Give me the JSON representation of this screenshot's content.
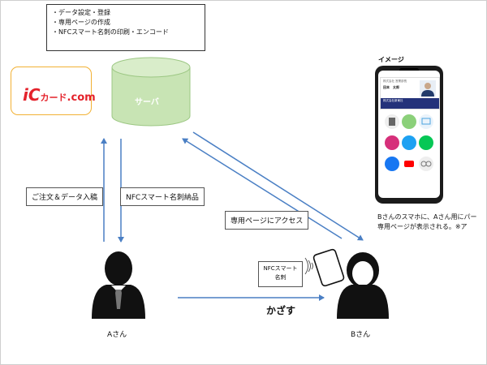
{
  "note": {
    "lines": [
      "・データ設定・登録",
      "・専用ページの作成",
      "・NFCスマート名刺の印刷・エンコード"
    ]
  },
  "logo": {
    "big": "iC",
    "small": "カード",
    "dom": ".com"
  },
  "server": {
    "label": "サーバ"
  },
  "arrows": {
    "order_label": "ご注文＆データ入稿",
    "delivery_label": "NFCスマート名刺納品",
    "access_label": "専用ページにアクセス",
    "hold_label": "かざす"
  },
  "card_item": {
    "line1": "NFCスマート",
    "line2": "名刺"
  },
  "persons": {
    "a": "Aさん",
    "b": "Bさん"
  },
  "image_section": {
    "title": "イメージ",
    "caption_lines": [
      "Bさんのスマホに、Aさん用にパー",
      "専用ページが表示される。※ア"
    ],
    "card_company_label": "株式会社 営業部長",
    "card_name": "田本　太郎",
    "card_company": "株式会社新東社"
  },
  "colors": {
    "arrow": "#4a7fc4",
    "server_fill": "#c8e4b4",
    "server_stroke": "#9cc783",
    "logo_border": "#f2b134",
    "logo_text": "#e4222b",
    "card_band": "#24327a"
  }
}
